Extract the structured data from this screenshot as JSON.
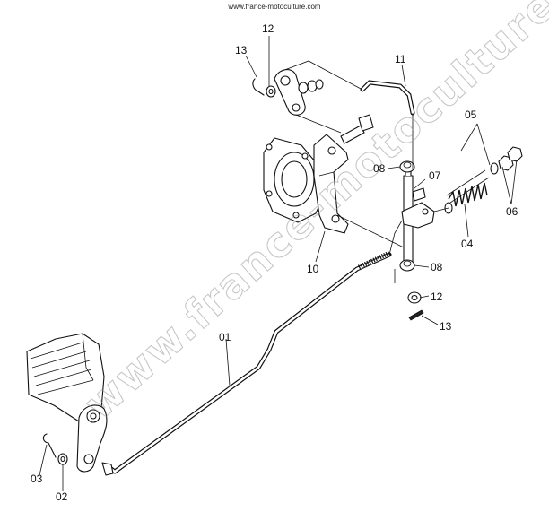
{
  "header": {
    "url": "www.france-motoculture.com"
  },
  "watermark": {
    "text": "www.france-motoculture.com"
  },
  "callouts": {
    "part_01": "01",
    "part_02": "02",
    "part_03": "03",
    "part_04": "04",
    "part_05": "05",
    "part_06": "06",
    "part_07": "07",
    "part_08_upper": "08",
    "part_08_lower": "08",
    "part_10": "10",
    "part_11": "11",
    "part_12_upper": "12",
    "part_12_lower": "12",
    "part_13_upper": "13",
    "part_13_lower": "13"
  }
}
